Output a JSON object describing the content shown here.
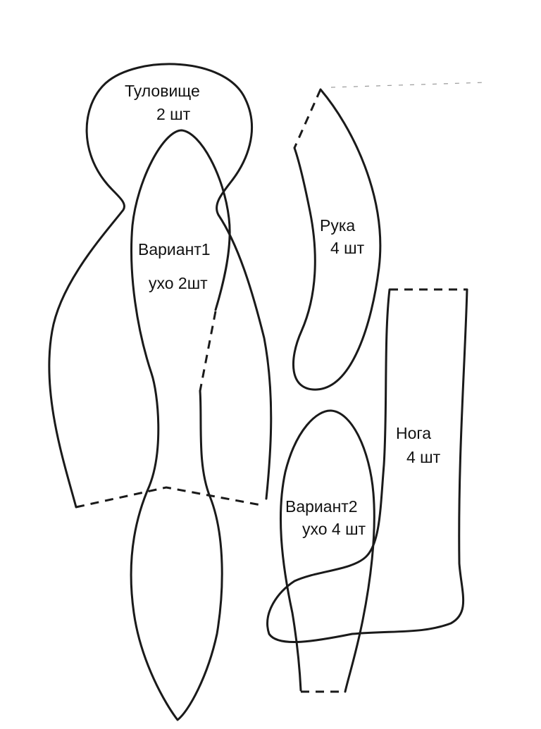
{
  "pieces": {
    "body": {
      "name": "Туловище",
      "count": "2 шт"
    },
    "arm": {
      "name": "Рука",
      "count": "4 шт"
    },
    "leg": {
      "name": "Нога",
      "count": "4 шт"
    },
    "ear_variant1": {
      "name": "Вариант1",
      "count": "ухо 2шт"
    },
    "ear_variant2": {
      "name": "Вариант2",
      "count": "ухо 4 шт"
    }
  },
  "colors": {
    "line": "#1a1a1a",
    "background": "#ffffff"
  }
}
